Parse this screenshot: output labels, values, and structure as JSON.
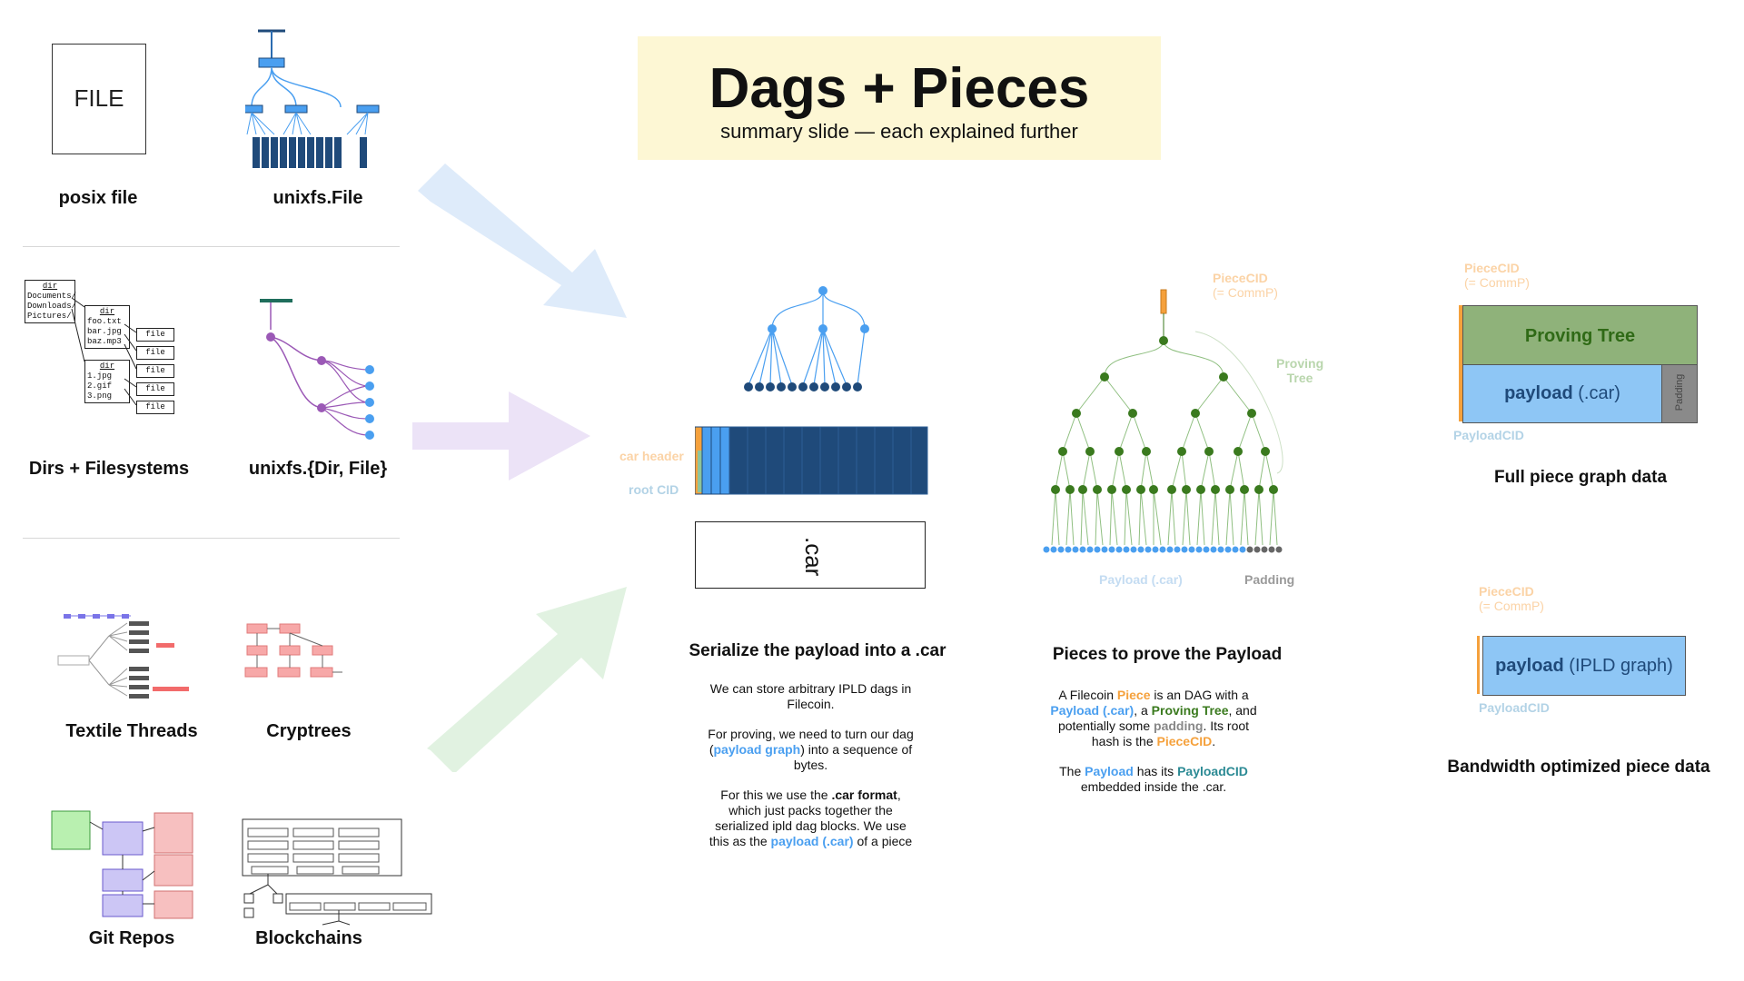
{
  "header": {
    "title": "Dags + Pieces",
    "subtitle": "summary slide — each explained further"
  },
  "left_panel": {
    "file_box_text": "FILE",
    "posix_label": "posix file",
    "unixfs_file_label": "unixfs.File",
    "dirs_label": "Dirs + Filesystems",
    "unixfs_dir_label": "unixfs.{Dir, File}",
    "textile_label": "Textile Threads",
    "cryptrees_label": "Cryptrees",
    "git_label": "Git Repos",
    "blockchains_label": "Blockchains",
    "dir_listing": {
      "root": [
        "dir",
        "Documents/",
        "Downloads/",
        "Pictures/"
      ],
      "sub1": [
        "dir",
        "foo.txt",
        "bar.jpg",
        "baz.mp3"
      ],
      "sub2": [
        "dir",
        "1.jpg",
        "2.gif",
        "3.png"
      ],
      "file_word": "file"
    }
  },
  "serialize": {
    "car_header_label": "car header",
    "root_cid_label": "root CID",
    "car_box_text": ".car",
    "heading": "Serialize the payload into a .car",
    "p1": "We can store arbitrary IPLD dags in Filecoin.",
    "p2_a": "For proving, we need to turn our dag (",
    "p2_b": "payload graph",
    "p2_c": ") into a sequence of bytes.",
    "p3_a": "For this we use the ",
    "p3_b": ".car format",
    "p3_c": ", which just packs together the serialized ipld dag blocks. We use this as the ",
    "p3_d": "payload (.car)",
    "p3_e": " of a piece"
  },
  "pieces": {
    "piece_cid": "PieceCID",
    "comm_p": "(= CommP)",
    "proving_tree_line1": "Proving",
    "proving_tree_line2": "Tree",
    "payload_label": "Payload (.car)",
    "padding_label": "Padding",
    "heading": "Pieces to prove the Payload",
    "t1": "A Filecoin ",
    "t_piece": "Piece",
    "t2": " is an DAG with a ",
    "t_payload": "Payload (.car)",
    "t3": ", a ",
    "t_proving": "Proving Tree",
    "t4": ", and potentially some ",
    "t_padding": "padding",
    "t5": ". Its root hash is the ",
    "t_piececid": "PieceCID",
    "t6": ".",
    "u1": "The ",
    "u_payload": "Payload",
    "u2": " has its ",
    "u_payloadcid": "PayloadCID",
    "u3": " embedded inside the .car."
  },
  "full_piece": {
    "piece_cid": "PieceCID",
    "comm_p": "(= CommP)",
    "proving_tree": "Proving Tree",
    "payload_bold": "payload",
    "payload_rest": " (.car)",
    "padding": "Padding",
    "payload_cid": "PayloadCID",
    "heading": "Full piece graph data"
  },
  "bandwidth": {
    "piece_cid": "PieceCID",
    "comm_p": "(= CommP)",
    "payload_bold": "payload",
    "payload_rest": " (IPLD graph)",
    "payload_cid": "PayloadCID",
    "heading": "Bandwidth optimized piece data"
  },
  "colors": {
    "title_bg": "#fdf7d4",
    "payload_blue": "#4a9ff0",
    "dark_navy": "#1f4a7a",
    "proving_green": "#3a7a1e",
    "piece_orange": "#f5a13c",
    "padding_gray": "#888888"
  }
}
